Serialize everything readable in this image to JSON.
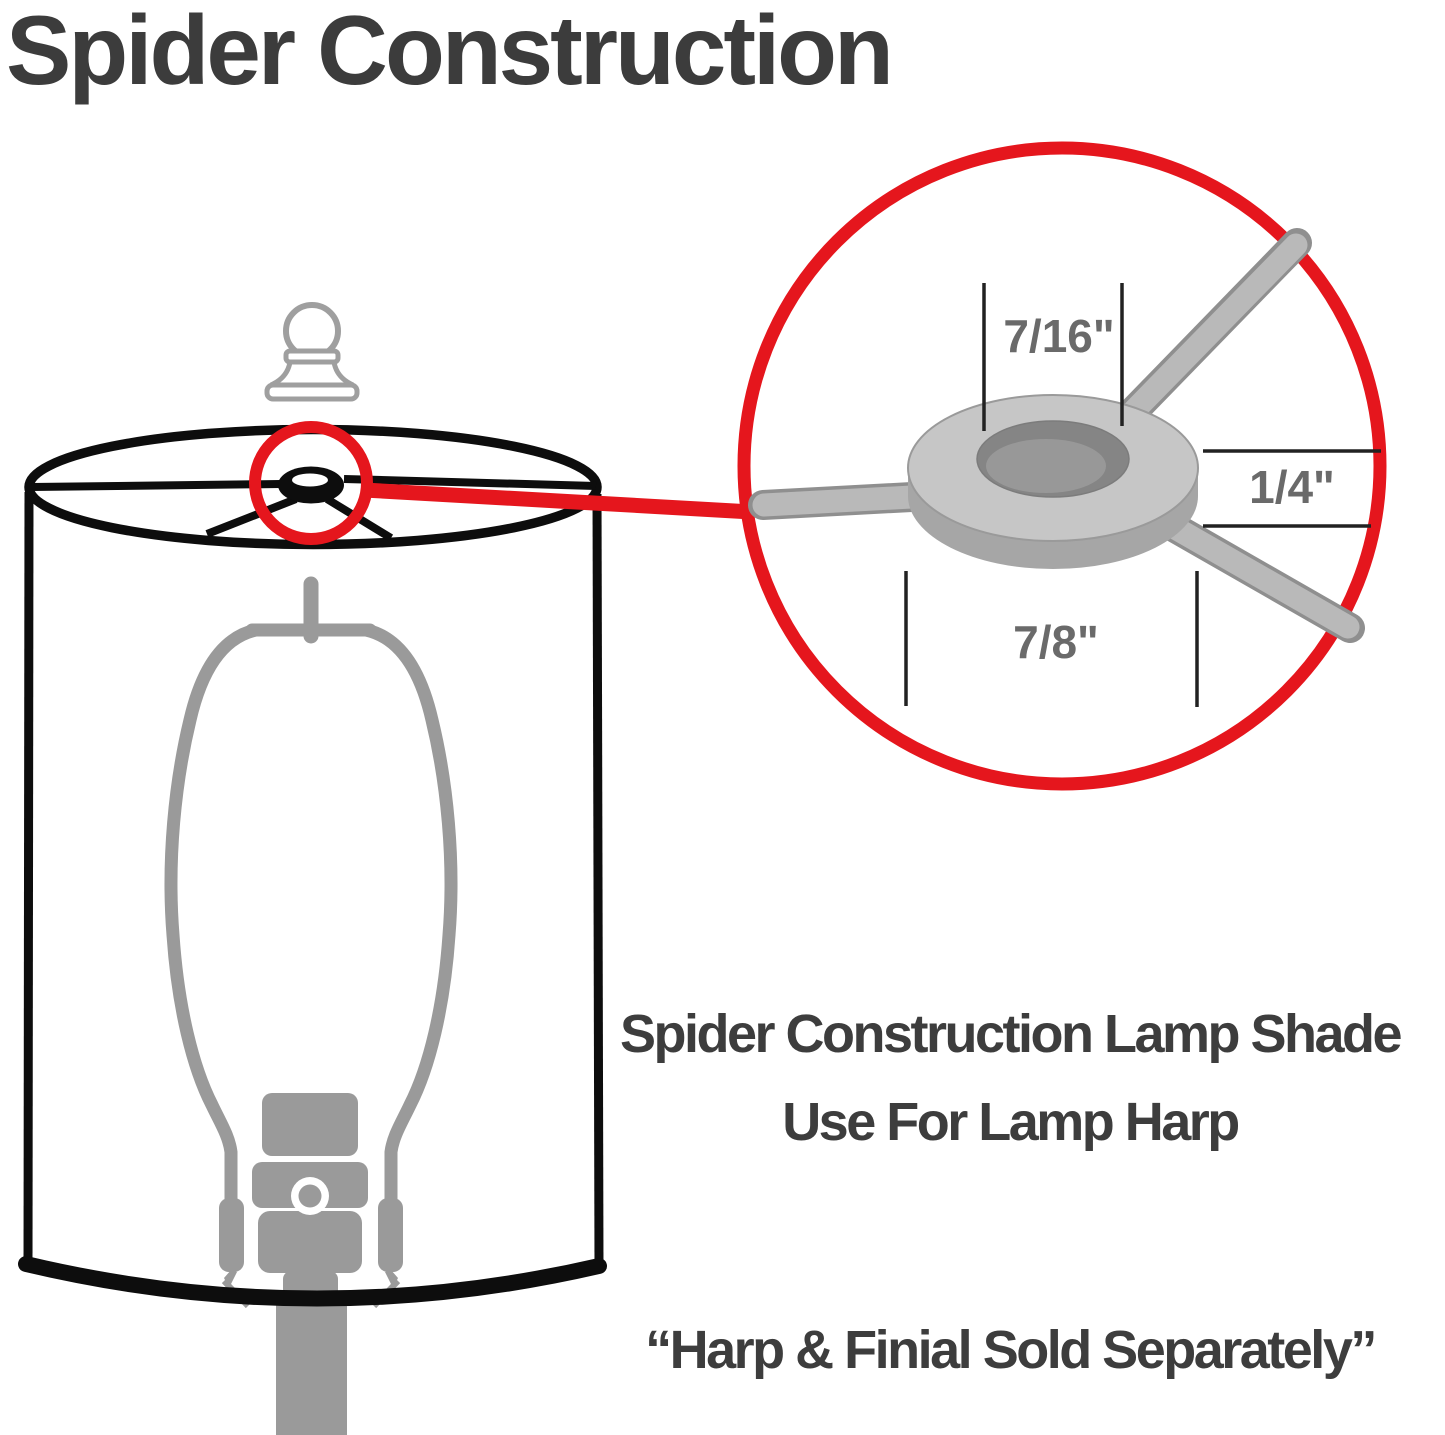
{
  "title": "Spider Construction",
  "caption": {
    "line1": "Spider Construction Lamp Shade",
    "line2": "Use For Lamp Harp",
    "note": "“Harp & Finial Sold Separately”"
  },
  "magnifier": {
    "dim_hole_diameter": "7/16\"",
    "dim_ring_thickness": "1/4\"",
    "dim_outer_diameter": "7/8\""
  },
  "colors": {
    "accent_red": "#e5161d",
    "line_black": "#0d0d0d",
    "figure_gray": "#9a9a9a",
    "washer_top_gray": "#c6c6c6",
    "washer_wall_gray": "#a6a6a6",
    "label_gray": "#6a6a6a",
    "text_dark": "#3d3d3d"
  }
}
